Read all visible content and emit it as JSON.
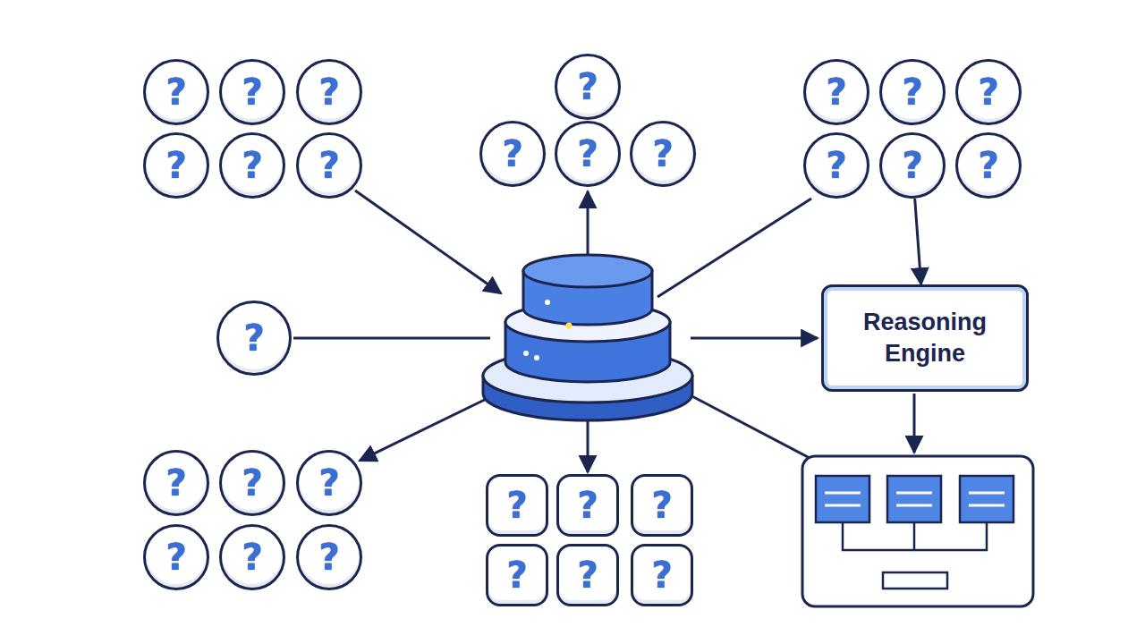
{
  "diagram": {
    "nodes": [
      {
        "text": [
          "?"
        ]
      },
      {
        "text": [
          "?"
        ]
      },
      {
        "text": [
          "?"
        ]
      },
      {
        "text": [
          "?"
        ]
      },
      {
        "text": [
          "?"
        ]
      },
      {
        "text": [
          "?"
        ]
      },
      {
        "text": [
          "?"
        ]
      },
      {
        "text": [
          "?"
        ]
      },
      {
        "text": [
          "?"
        ]
      },
      {
        "text": [
          "?"
        ]
      },
      {
        "text": [
          "?"
        ]
      },
      {
        "text": [
          "?"
        ]
      },
      {
        "text": [
          "?"
        ]
      },
      {
        "text": [
          "?"
        ]
      },
      {
        "text": [
          "?"
        ]
      },
      {
        "text": [
          "?"
        ]
      },
      {
        "text": [
          "?"
        ]
      },
      {
        "text": [
          "Reasoning Engine"
        ]
      },
      {
        "text": [
          "?"
        ]
      },
      {
        "text": [
          "?"
        ]
      },
      {
        "text": [
          "?"
        ]
      },
      {
        "text": [
          "?"
        ]
      },
      {
        "text": [
          "?"
        ]
      },
      {
        "text": [
          "?"
        ]
      },
      {
        "text": [
          "?"
        ]
      },
      {
        "text": [
          "?"
        ]
      },
      {
        "text": [
          "?"
        ]
      },
      {
        "text": [
          "?"
        ]
      },
      {
        "text": [
          "?"
        ]
      },
      {
        "text": [
          "?"
        ]
      }
    ],
    "edges": [
      {
        "from": 14,
        "to": 17,
        "arrow": "to"
      }
    ]
  }
}
